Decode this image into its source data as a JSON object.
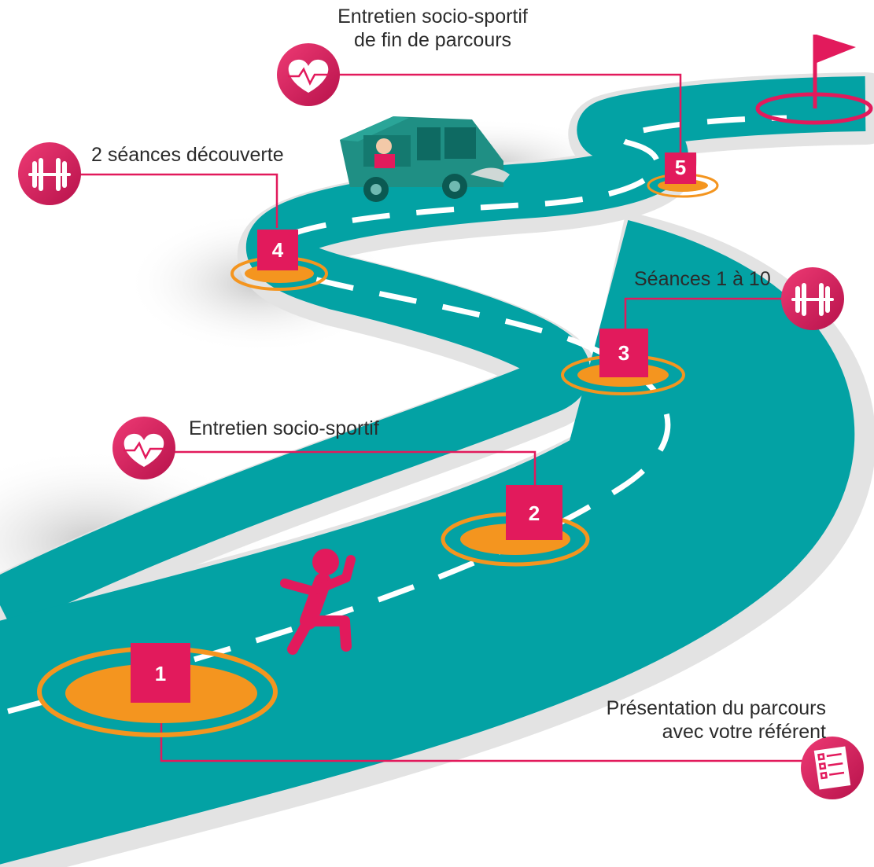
{
  "colors": {
    "road": "#03a2a4",
    "road_edge": "#e9e9e9",
    "accent": "#e21a5c",
    "ring": "#f4951f",
    "line": "#e21a5c"
  },
  "steps": [
    {
      "number": "1",
      "label_lines": [
        "Présentation du parcours",
        "avec votre référent"
      ],
      "icon": "checklist-icon"
    },
    {
      "number": "2",
      "label_lines": [
        "Entretien socio-sportif"
      ],
      "icon": "heart-pulse-icon"
    },
    {
      "number": "3",
      "label_lines": [
        "Séances 1 à 10"
      ],
      "icon": "dumbbell-icon"
    },
    {
      "number": "4",
      "label_lines": [
        "2 séances découverte"
      ],
      "icon": "dumbbell-icon"
    },
    {
      "number": "5",
      "label_lines": [
        "Entretien socio-sportif",
        "de fin de parcours"
      ],
      "icon": "heart-pulse-icon"
    }
  ],
  "decorations": [
    "runner-icon",
    "van-icon",
    "finish-flag-icon"
  ]
}
